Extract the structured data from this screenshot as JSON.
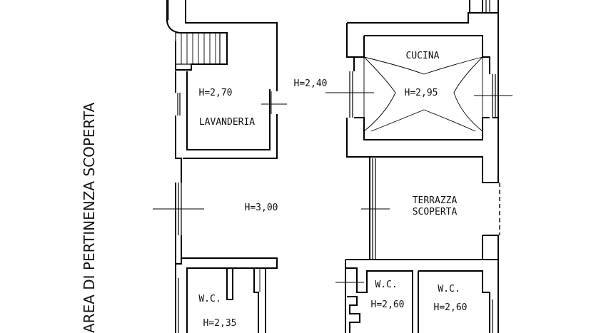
{
  "side_label": "AREA DI PERTINENZA SCOPERTA",
  "rooms": {
    "cucina": {
      "name": "CUCINA",
      "height": "H=2,95"
    },
    "lavanderia": {
      "name": "LAVANDERIA",
      "height": "H=2,70"
    },
    "corridor": {
      "height": "H=2,40"
    },
    "central_room": {
      "height": "H=3,00"
    },
    "terrazza": {
      "name_line1": "TERRAZZA",
      "name_line2": "SCOPERTA"
    },
    "wc_left": {
      "name": "W.C.",
      "height": "H=2,35"
    },
    "wc_middle": {
      "name": "W.C.",
      "height": "H=2,60"
    },
    "wc_right": {
      "name": "W.C.",
      "height": "H=2,60"
    }
  }
}
